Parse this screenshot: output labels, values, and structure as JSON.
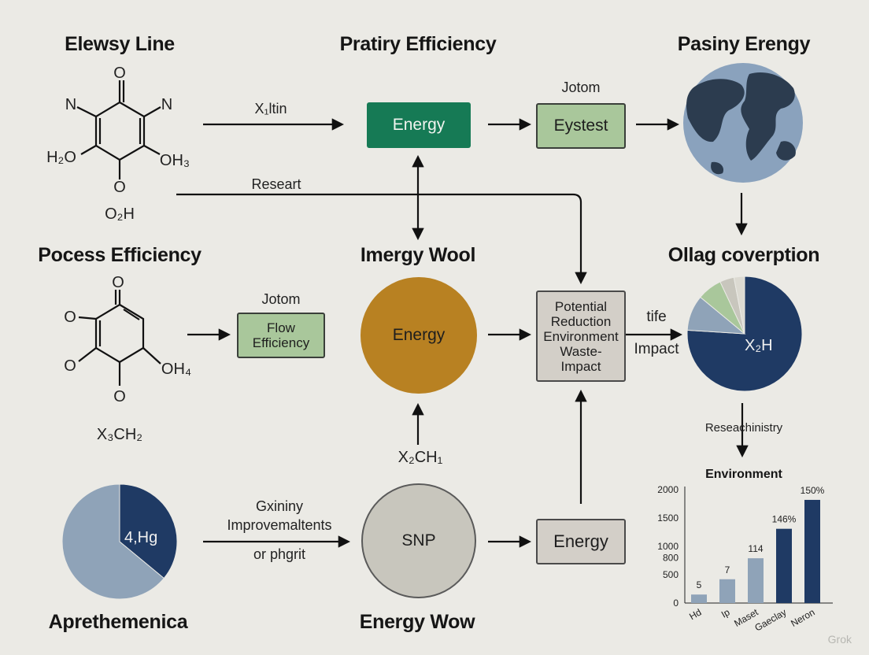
{
  "headings": {
    "top_left": "Elewsy Line",
    "top_center": "Pratiry Efficiency",
    "top_right": "Pasiny Erengy",
    "mid_left": "Pocess Efficiency",
    "mid_center": "Imergy Wool",
    "mid_right": "Ollag coverption",
    "bottom_left": "Aprethemenica",
    "bottom_center": "Energy Wow"
  },
  "molecule_1": {
    "atoms": [
      "O",
      "N",
      "N",
      "H₂O",
      "OH₃",
      "O"
    ],
    "caption": "O₂H"
  },
  "molecule_2": {
    "atoms": [
      "O",
      "O",
      "O",
      "OH₄",
      "O"
    ],
    "caption": "X₃CH₂"
  },
  "arrow_labels": {
    "top_left": "X₁ltin",
    "research": "Researt",
    "jotom_top": "Jotom",
    "jotom_mid": "Jotom",
    "tife": "tife",
    "impact": "Impact",
    "x2ch1": "X₂CH₁",
    "bottom_left": [
      "Gxininy",
      "Improvemaltents",
      "or phgrit"
    ],
    "research_chemistry": "Reseachinistry"
  },
  "boxes": {
    "energy_top": "Energy",
    "eystest": "Eystest",
    "flow_efficiency": [
      "Flow",
      "Efficiency"
    ],
    "potential": [
      "Potential",
      "Reduction",
      "Environment",
      "Waste-",
      "Impact"
    ],
    "energy_bottom": "Energy"
  },
  "circles": {
    "energy_mid": "Energy",
    "snp": "SNP"
  },
  "pie_right": {
    "label": "X₂H",
    "slices": [
      0.76,
      0.1,
      0.07,
      0.04,
      0.03
    ],
    "colors": [
      "#1f3a64",
      "#8fa3b8",
      "#a9c79b",
      "#c8c6bd",
      "#dcdad2"
    ]
  },
  "pie_left": {
    "label": "4,Hg",
    "slices": [
      0.36,
      0.64
    ],
    "colors": [
      "#1f3a64",
      "#8fa3b8"
    ]
  },
  "chart_data": {
    "type": "bar",
    "title": "Environment",
    "categories": [
      "Hd",
      "Ip",
      "Maset",
      "Gaeclay",
      "Neron"
    ],
    "values": [
      150,
      420,
      790,
      1310,
      1820
    ],
    "data_labels": [
      "5",
      "7",
      "114",
      "146%",
      "150%"
    ],
    "bar_colors": [
      "#8fa3b8",
      "#8fa3b8",
      "#8fa3b8",
      "#1f3a64",
      "#1f3a64"
    ],
    "yticks": [
      0,
      500,
      800,
      1000,
      1500,
      2000
    ],
    "ylim": [
      0,
      2000
    ]
  },
  "colors": {
    "background": "#ebeae5",
    "navy": "#1f3a64",
    "steel": "#8fa3b8",
    "green": "#167a55",
    "light_green": "#a9c79b",
    "ochre": "#b88122",
    "grey": "#c8c6bd"
  },
  "watermark": "Grok"
}
